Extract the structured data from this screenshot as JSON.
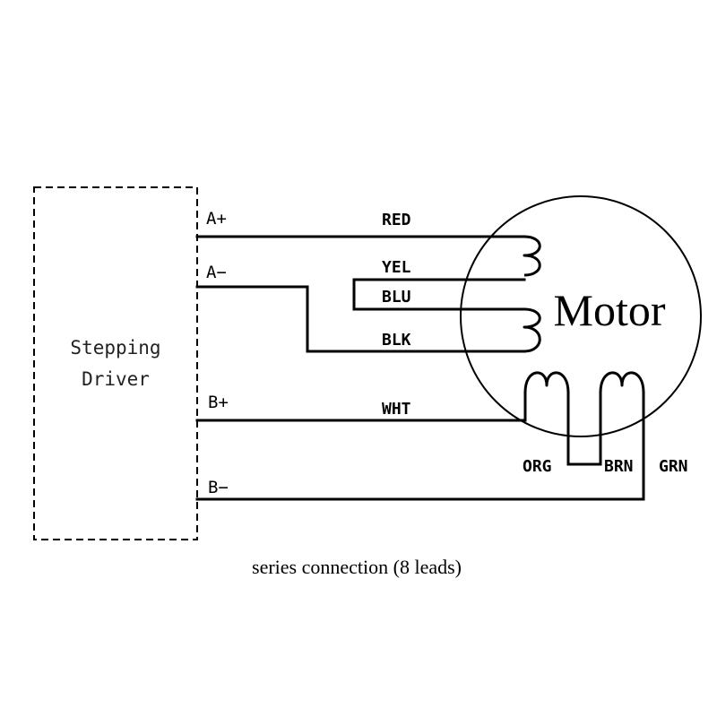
{
  "driver": {
    "line1": "Stepping",
    "line2": "Driver"
  },
  "motor": {
    "label": "Motor"
  },
  "terminals": {
    "a_plus": "A+",
    "a_minus": "A−",
    "b_plus": "B+",
    "b_minus": "B−"
  },
  "wires": {
    "red": "RED",
    "yel": "YEL",
    "blu": "BLU",
    "blk": "BLK",
    "wht": "WHT",
    "org": "ORG",
    "brn": "BRN",
    "grn": "GRN"
  },
  "caption": "series connection (8 leads)",
  "colors": {
    "line": "#000000",
    "background": "#ffffff"
  }
}
